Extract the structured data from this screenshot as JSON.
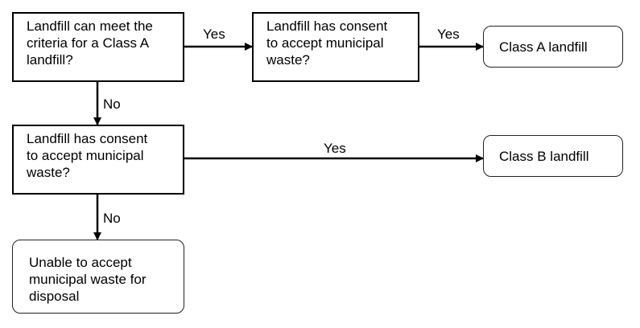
{
  "nodes": {
    "q1": "Landfill can meet the\ncriteria for a Class A\nlandfill?",
    "q2": "Landfill has consent\nto accept municipal\nwaste?",
    "q3": "Landfill has consent\nto accept municipal\nwaste?",
    "class_a": "Class A landfill",
    "class_b": "Class B landfill",
    "unable": "Unable to accept\nmunicipal waste for\ndisposal"
  },
  "edges": {
    "q1_to_q2": "Yes",
    "q2_to_class_a": "Yes",
    "q1_to_q3": "No",
    "q3_to_class_b": "Yes",
    "q3_to_unable": "No"
  }
}
